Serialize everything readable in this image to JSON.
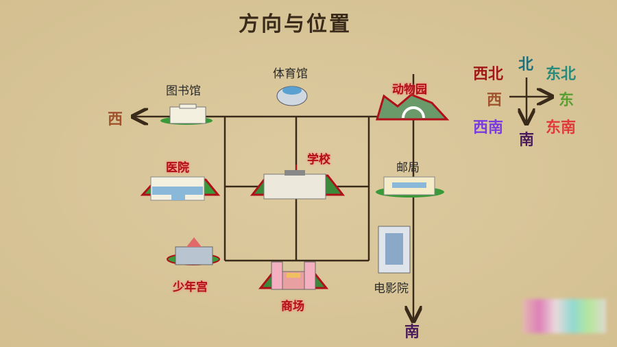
{
  "title": "方向与位置",
  "map": {
    "west_label": "西",
    "south_label": "南",
    "places": {
      "library": "图书馆",
      "stadium": "体育馆",
      "zoo": "动物园",
      "hospital": "医院",
      "school": "学校",
      "post_office": "邮局",
      "youth_palace": "少年宫",
      "mall": "商场",
      "cinema": "电影院"
    }
  },
  "compass": {
    "north": "北",
    "south": "南",
    "east": "东",
    "west": "西",
    "northwest": "西北",
    "northeast": "东北",
    "southwest": "西南",
    "southeast": "东南",
    "colors": {
      "north": "#1f6f7a",
      "south": "#4a1a5a",
      "east": "#5aa030",
      "west": "#a0522d",
      "northwest": "#a01818",
      "northeast": "#2a8a7a",
      "southwest": "#7a3ae0",
      "southeast": "#e03a3a"
    }
  }
}
